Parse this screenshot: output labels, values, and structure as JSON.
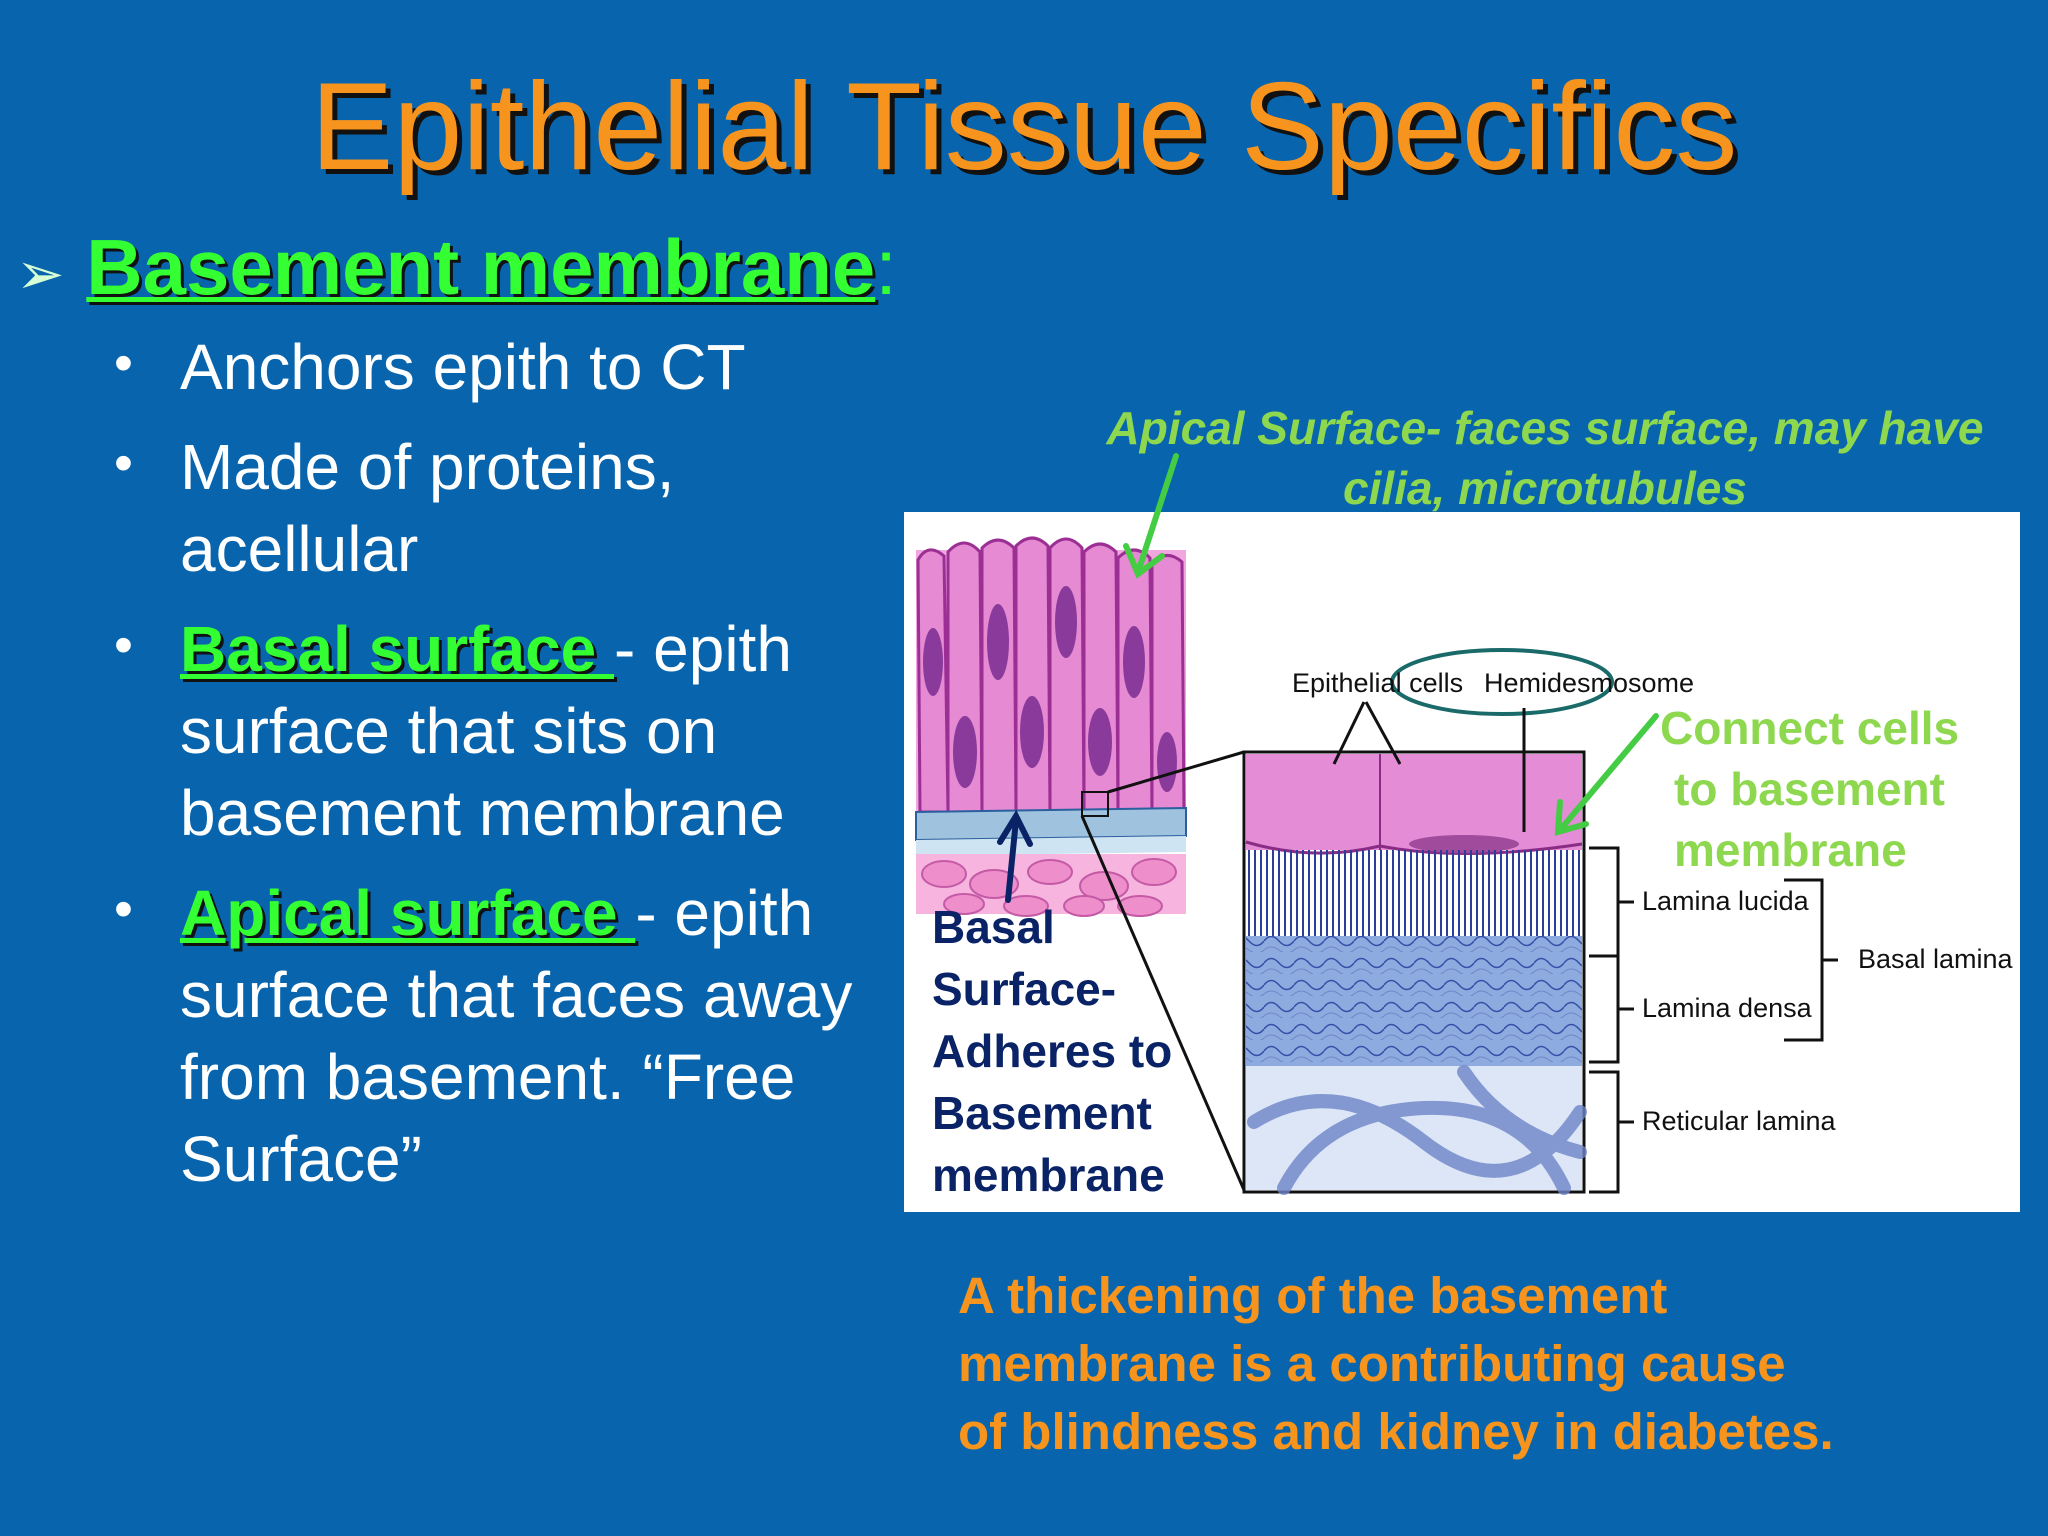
{
  "slide": {
    "title": "Epithelial Tissue Specifics",
    "main_bullet": {
      "marker_icon": "arrow-bullet-icon",
      "term": "Basement membrane",
      "suffix": ":"
    },
    "bullets": [
      {
        "text": "Anchors epith to CT"
      },
      {
        "text_line1": "Made of proteins,",
        "text_line2": "acellular"
      },
      {
        "term": "Basal surface ",
        "rest": "- epith surface that sits on basement membrane"
      },
      {
        "term": "Apical surface ",
        "rest": "- epith surface that faces away from basement. “Free Surface”"
      }
    ]
  },
  "annotations": {
    "apical_line1": "Apical Surface- faces surface, may have",
    "apical_line2": "cilia, microtubules",
    "basal_lines": [
      "Basal",
      "Surface-",
      "Adheres to",
      "Basement",
      "membrane"
    ],
    "connect_lines": [
      "Connect cells",
      "to basement",
      "membrane"
    ],
    "bottom_lines": [
      "A thickening of the basement",
      "membrane is a contributing cause",
      "of blindness and kidney in diabetes."
    ]
  },
  "figure": {
    "labels": {
      "epithelial_cells": "Epithelial cells",
      "hemidesmosome": "Hemidesmosome",
      "lamina_lucida": "Lamina lucida",
      "lamina_densa": "Lamina densa",
      "reticular_lamina": "Reticular lamina",
      "basal_lamina": "Basal lamina"
    }
  },
  "colors": {
    "background": "#0864ac",
    "title": "#f7941d",
    "highlight_green": "#33ff33",
    "note_green": "#8ed850",
    "basal_navy": "#0a2366",
    "cell_pink": "#e070d0",
    "nucleus_purple": "#8a3a9a",
    "membrane_blue": "#5a78c0"
  }
}
